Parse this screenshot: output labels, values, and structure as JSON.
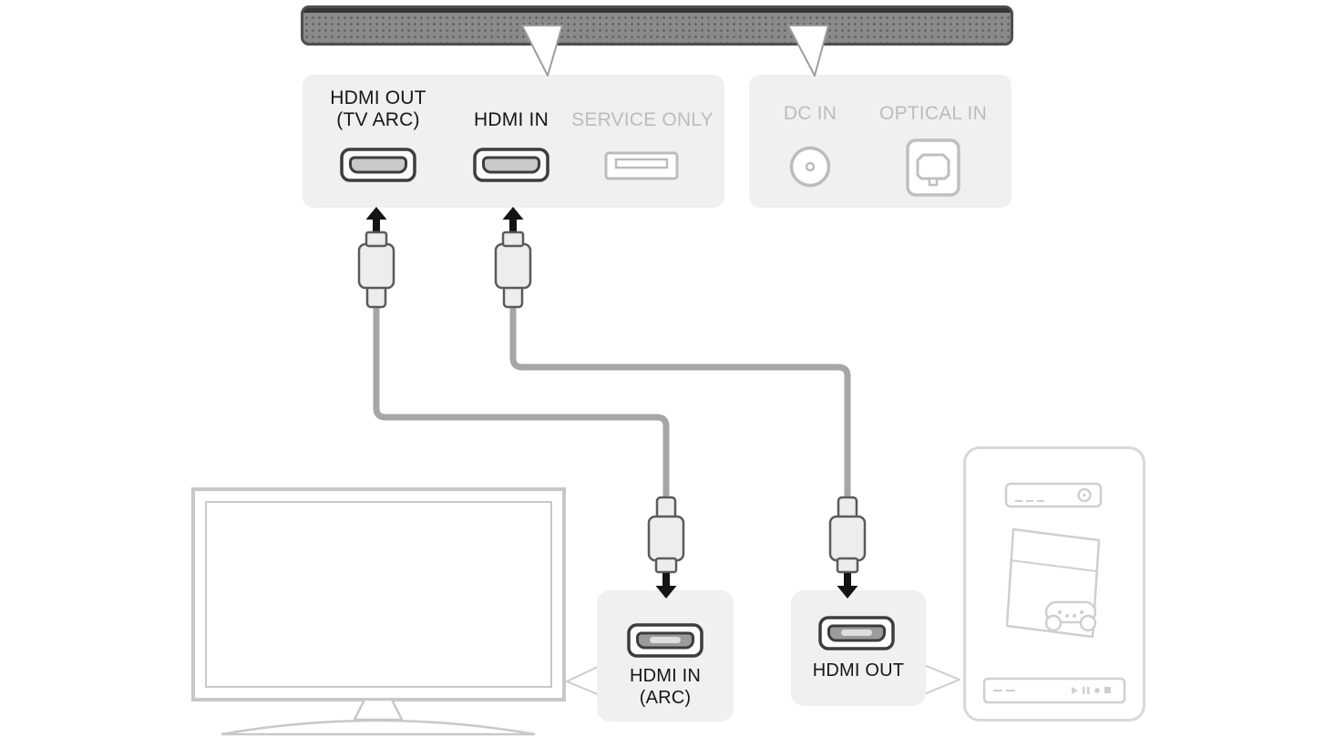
{
  "colors": {
    "panel_bg": "#f0f0f0",
    "active_text": "#161616",
    "inactive_gray": "#bcbcbc",
    "cable_gray": "#a6a6a6",
    "port_outline": "#3d3d3d",
    "soundbar_gray": "#8a8a8a",
    "device_outline": "#cfcfcf",
    "arrow_black": "#141414"
  },
  "connection_panel": {
    "hdmi_out_label_line1": "HDMI OUT",
    "hdmi_out_label_line2": "(TV ARC)",
    "hdmi_in_label": "HDMI IN",
    "service_only_label": "SERVICE ONLY"
  },
  "power_panel": {
    "dc_in_label": "DC IN",
    "optical_in_label": "OPTICAL IN"
  },
  "tv_box": {
    "label_line1": "HDMI IN",
    "label_line2": "(ARC)"
  },
  "external_device_box": {
    "label": "HDMI OUT"
  },
  "icons": {
    "soundbar": "soundbar-illustration",
    "hdmi_port": "hdmi-port-icon",
    "usb_service_port": "usb-port-icon",
    "dc_in_jack": "dc-jack-icon",
    "optical_port": "optical-port-icon",
    "hdmi_plug": "hdmi-plug-icon",
    "tv": "tv-icon",
    "settop_box": "settop-box-icon",
    "game_console": "game-console-icon",
    "bluray_player": "bluray-player-icon"
  }
}
